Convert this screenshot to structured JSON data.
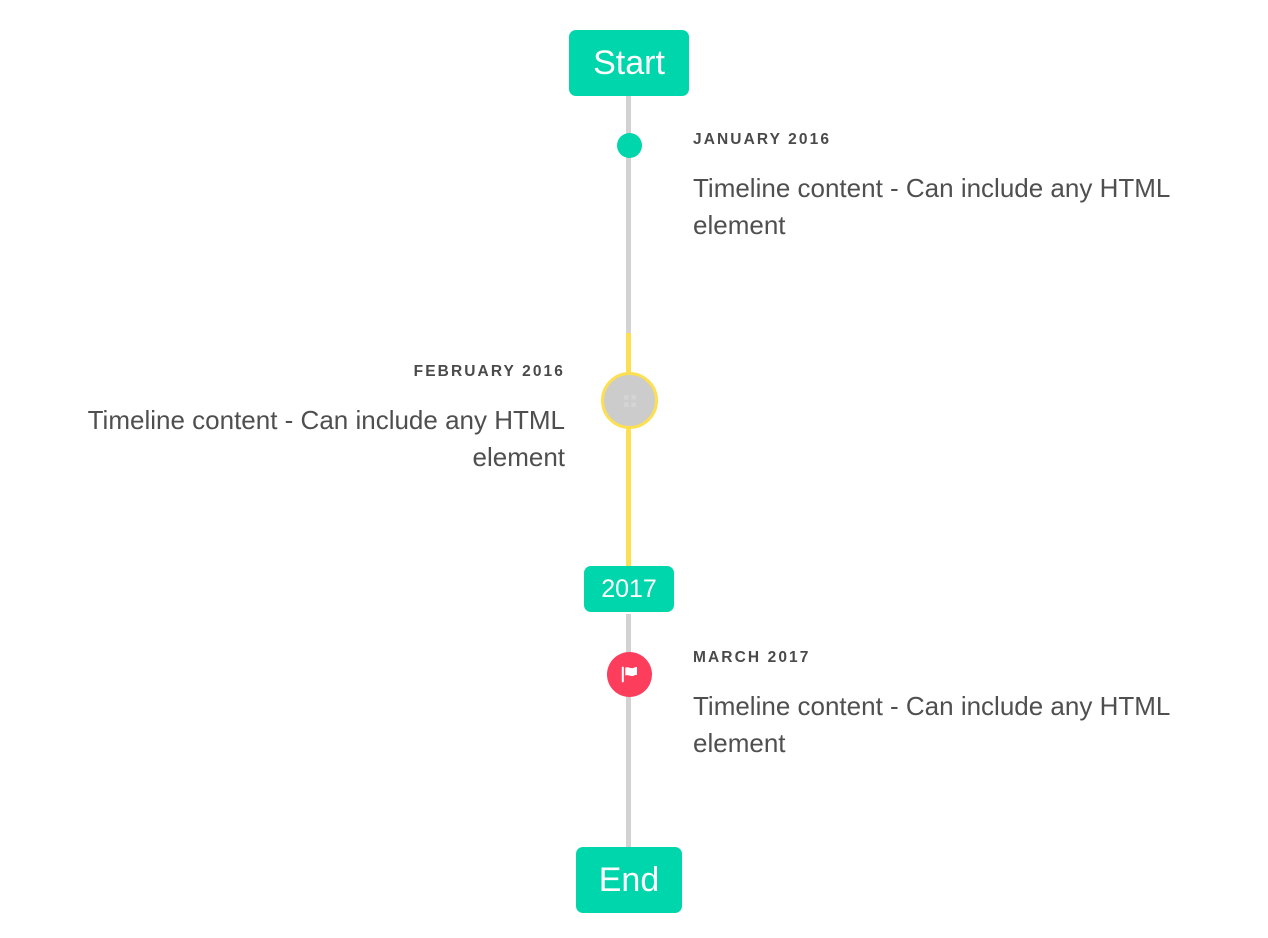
{
  "timeline": {
    "start_label": "Start",
    "end_label": "End",
    "year_marker_label": "2017",
    "colors": {
      "accent_teal": "#00d6ab",
      "accent_yellow": "#fddf52",
      "accent_pink": "#fc3d5c",
      "line_grey": "#d2d2d2",
      "marker_grey": "#cccccc",
      "date_text": "#4a4a4a",
      "body_text": "#4f4f4f",
      "background": "#ffffff"
    },
    "entries": [
      {
        "id": "january-2016",
        "date": "JANUARY 2016",
        "body": "Timeline content - Can include any HTML element",
        "side": "right",
        "marker": "dot",
        "marker_icon": "circle-dot-icon"
      },
      {
        "id": "february-2016",
        "date": "FEBRUARY 2016",
        "body": "Timeline content - Can include any HTML element",
        "side": "left",
        "marker": "ring",
        "marker_icon": "placeholder-glyph-icon"
      },
      {
        "id": "march-2017",
        "date": "MARCH 2017",
        "body": "Timeline content - Can include any HTML element",
        "side": "right",
        "marker": "flag",
        "marker_icon": "flag-icon"
      }
    ]
  }
}
